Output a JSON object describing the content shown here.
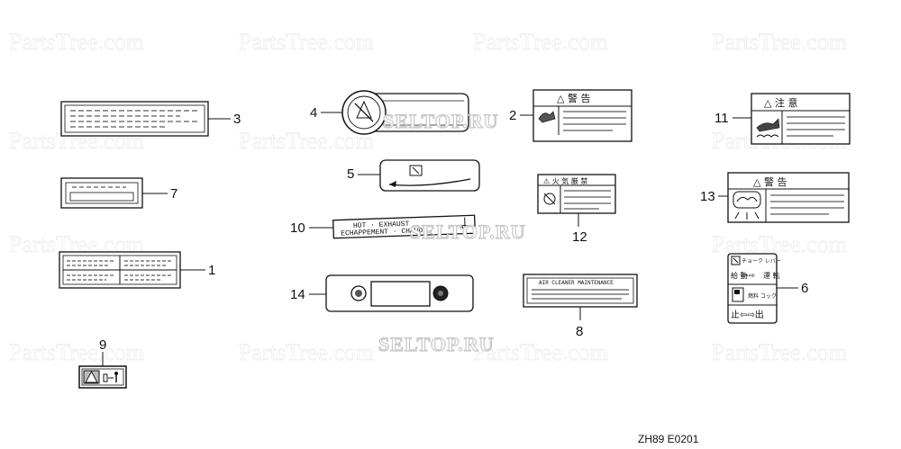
{
  "callouts": {
    "c1": "1",
    "c2": "2",
    "c3": "3",
    "c4": "4",
    "c5": "5",
    "c6": "6",
    "c7": "7",
    "c8": "8",
    "c9": "9",
    "c10": "10",
    "c11": "11",
    "c12": "12",
    "c13": "13",
    "c14": "14"
  },
  "labels": {
    "hot_exhaust_line1": "HOT · EXHAUST",
    "hot_exhaust_line2": "ECHAPPEMENT · CHAUD",
    "air_cleaner": "AIR CLEANER MAINTENANCE",
    "warning_kanji": "△  警  告",
    "caution_kanji": "△  注  意",
    "fire_kanji": "⚠ 火 気 厳 禁",
    "choke_lever": "チョーク レバー",
    "feed": "給 動",
    "run": "運 転",
    "fuel_cock": "燃料 コック",
    "stop_out": "止⇦⇨出"
  },
  "watermark": {
    "text": "SELTOP.RU"
  },
  "footer": {
    "code": "ZH89  E0201"
  }
}
